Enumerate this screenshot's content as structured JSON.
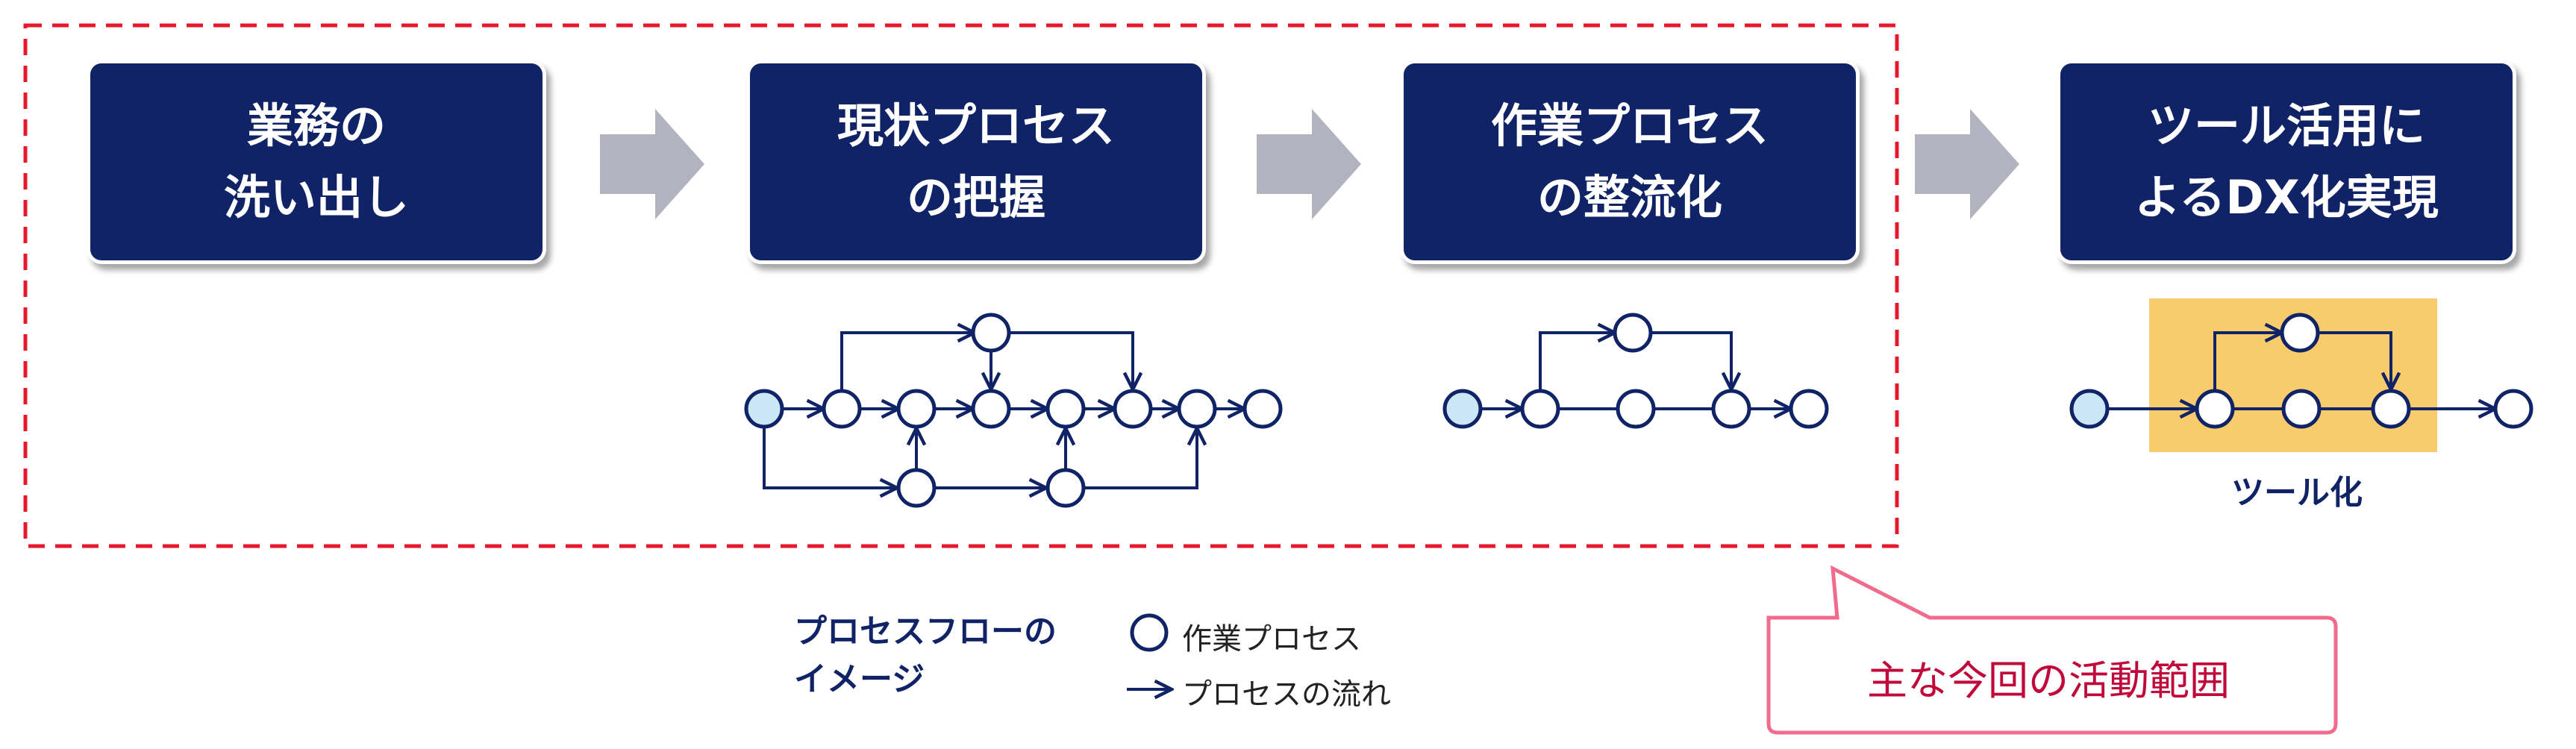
{
  "steps": [
    {
      "label": "業務の\n洗い出し"
    },
    {
      "label": "現状プロセス\nの把握"
    },
    {
      "label": "作業プロセス\nの整流化"
    },
    {
      "label": "ツール活用に\nよるDX化実現"
    }
  ],
  "tool_label": "ツール化",
  "legend": {
    "title": "プロセスフローの\nイメージ",
    "node_text": "作業プロセス",
    "arrow_text": "プロセスの流れ"
  },
  "callout": {
    "text": "主な今回の活動範囲"
  },
  "colors": {
    "box_fill": "#102366",
    "arrow_gray": "#b3b3bf",
    "start_node": "#cce6f7",
    "dashed_border": "#e8182c",
    "callout_border": "#f06b8c",
    "callout_text": "#c0093a",
    "tool_highlight": "#f9cc6b"
  },
  "icons": [
    "process-node-icon",
    "flow-arrow-icon",
    "step-arrow-icon"
  ]
}
